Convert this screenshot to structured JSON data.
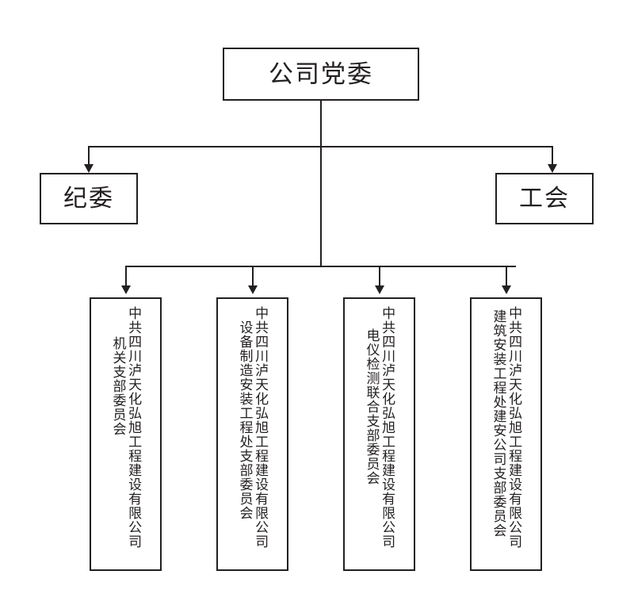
{
  "diagram": {
    "title_node": {
      "id": "company-party-committee",
      "label": "公司党委"
    },
    "level2": [
      {
        "id": "discipline-committee",
        "label": "纪委"
      },
      {
        "id": "labor-union",
        "label": "工会"
      }
    ],
    "branches": [
      {
        "id": "branch-jiguan",
        "org": "中共四川泸天化弘旭工程建设有限公司",
        "unit": "机关支部委员会"
      },
      {
        "id": "branch-shebei",
        "org": "中共四川泸天化弘旭工程建设有限公司",
        "unit": "设备制造安装工程处支部委员会"
      },
      {
        "id": "branch-dianyi",
        "org": "中共四川泸天化弘旭工程建设有限公司",
        "unit": "电仪检测联合支部委员会"
      },
      {
        "id": "branch-jianzhu",
        "org": "中共四川泸天化弘旭工程建设有限公司",
        "unit": "建筑安装工程处建安公司支部委员会"
      }
    ],
    "colors": {
      "line": "#231f20",
      "box_border": "#231f20",
      "background": "#ffffff",
      "text": "#231f20"
    }
  }
}
